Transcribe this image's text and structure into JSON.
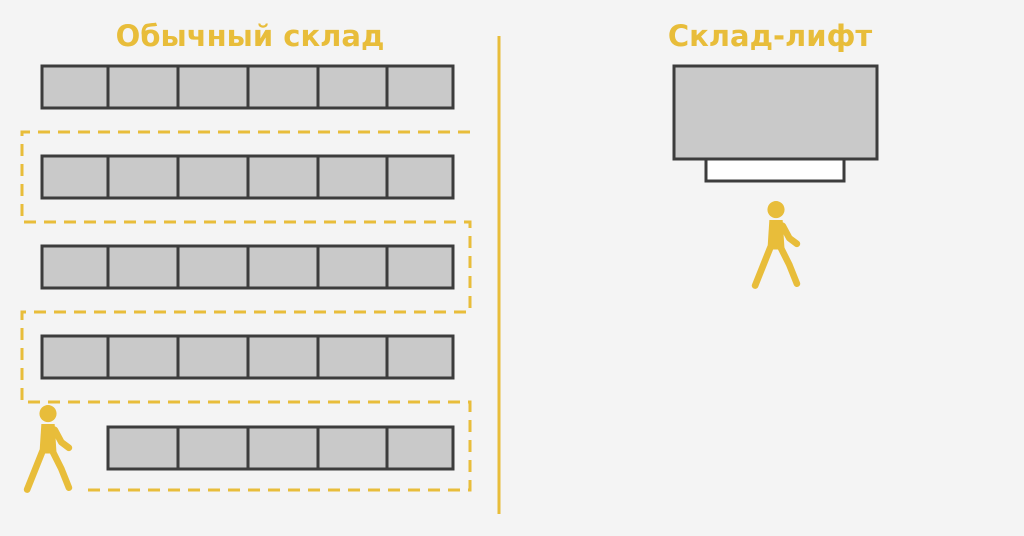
{
  "colors": {
    "background": "#f4f4f4",
    "accent": "#e8bd3a",
    "shelf_fill": "#c9c9c9",
    "shelf_stroke": "#3c3c3c",
    "tray_fill": "#ffffff"
  },
  "left_panel": {
    "title": "Обычный склад",
    "shelf_rows": [
      {
        "cells": 6
      },
      {
        "cells": 6
      },
      {
        "cells": 6
      },
      {
        "cells": 6
      },
      {
        "cells": 5
      }
    ],
    "walker_icon": "walking-person-icon"
  },
  "right_panel": {
    "title": "Склад-лифт",
    "walker_icon": "walking-person-icon"
  }
}
